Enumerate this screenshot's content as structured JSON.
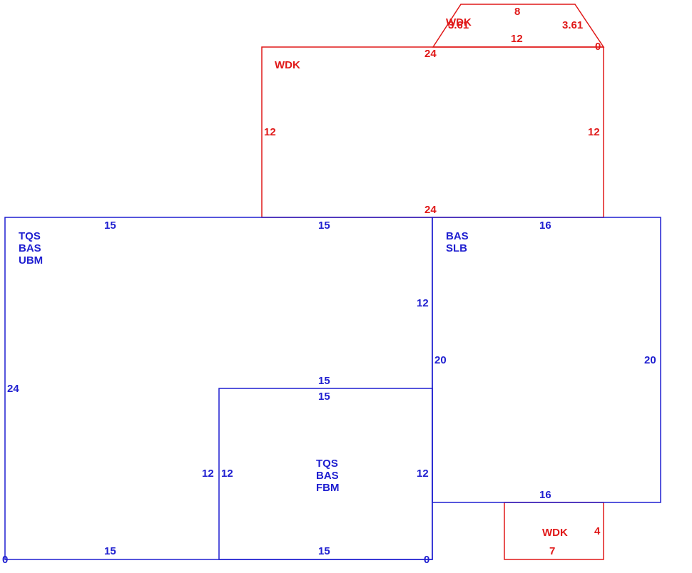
{
  "colors": {
    "main": "#1f1fd0",
    "deck": "#e01818"
  },
  "areas": {
    "main_left": {
      "codes": [
        "TQS",
        "BAS",
        "UBM"
      ]
    },
    "main_right": {
      "codes": [
        "BAS",
        "SLB"
      ]
    },
    "main_bottom": {
      "codes": [
        "TQS",
        "BAS",
        "FBM"
      ]
    },
    "deck_top": {
      "code": "WDK"
    },
    "deck_small": {
      "code": "WDK",
      "overlap": "3.61"
    },
    "deck_bottom": {
      "code": "WDK"
    }
  },
  "dims": {
    "trap_top": "8",
    "trap_right": "3.61",
    "trap_base": "12",
    "trap_zero": "0",
    "deck_top_edge": "24",
    "deck_left": "12",
    "deck_right": "12",
    "deck_bottom_edge": "24",
    "top_left_a": "15",
    "top_left_b": "15",
    "top_right": "16",
    "right_inner_12": "12",
    "right_inner_20": "20",
    "right_outer_20": "20",
    "left_24": "24",
    "inner_top_15": "15",
    "inner_top_15b": "15",
    "inner_left_12a": "12",
    "inner_left_12b": "12",
    "inner_right_12": "12",
    "right_bottom_16": "16",
    "bottom_left_15": "15",
    "bottom_mid_15": "15",
    "bottom_zero_left": "0",
    "bottom_zero_right": "0",
    "small_deck_4": "4",
    "small_deck_7": "7"
  }
}
